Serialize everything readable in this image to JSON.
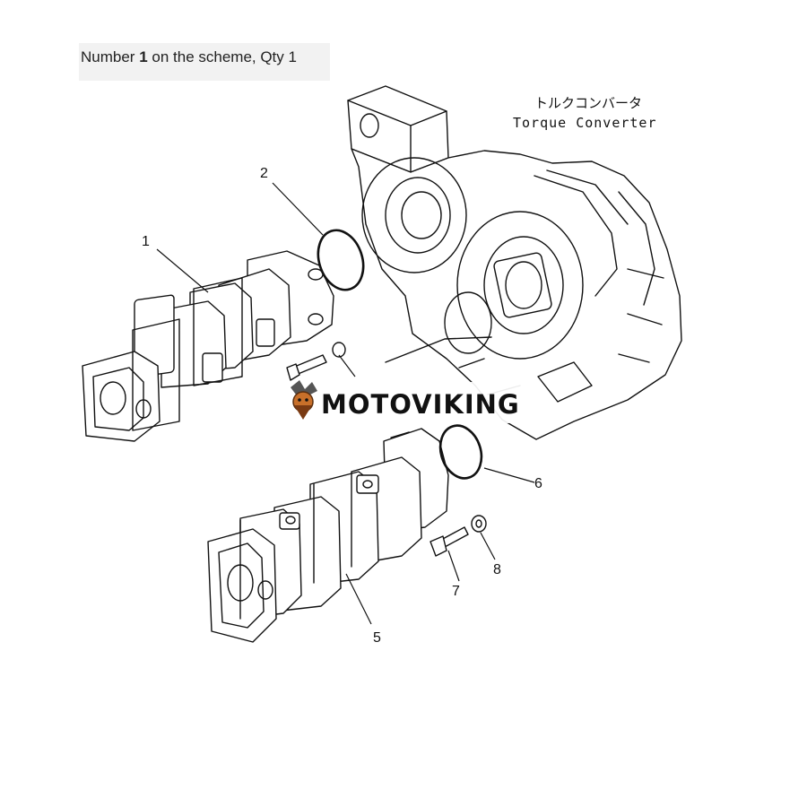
{
  "caption": {
    "prefix": "Number ",
    "number": "1",
    "suffix": " on the scheme, Qty 1"
  },
  "diagram": {
    "label_jp": "トルクコンバータ",
    "label_en": "Torque Converter",
    "callouts": [
      {
        "id": "c1",
        "text": "1"
      },
      {
        "id": "c2",
        "text": "2"
      },
      {
        "id": "c5",
        "text": "5"
      },
      {
        "id": "c6",
        "text": "6"
      },
      {
        "id": "c7",
        "text": "7"
      },
      {
        "id": "c8",
        "text": "8"
      }
    ]
  },
  "watermark": {
    "text": "MOTOVIKING",
    "icon": "viking-mascot-icon",
    "accent": "#c8702a"
  }
}
